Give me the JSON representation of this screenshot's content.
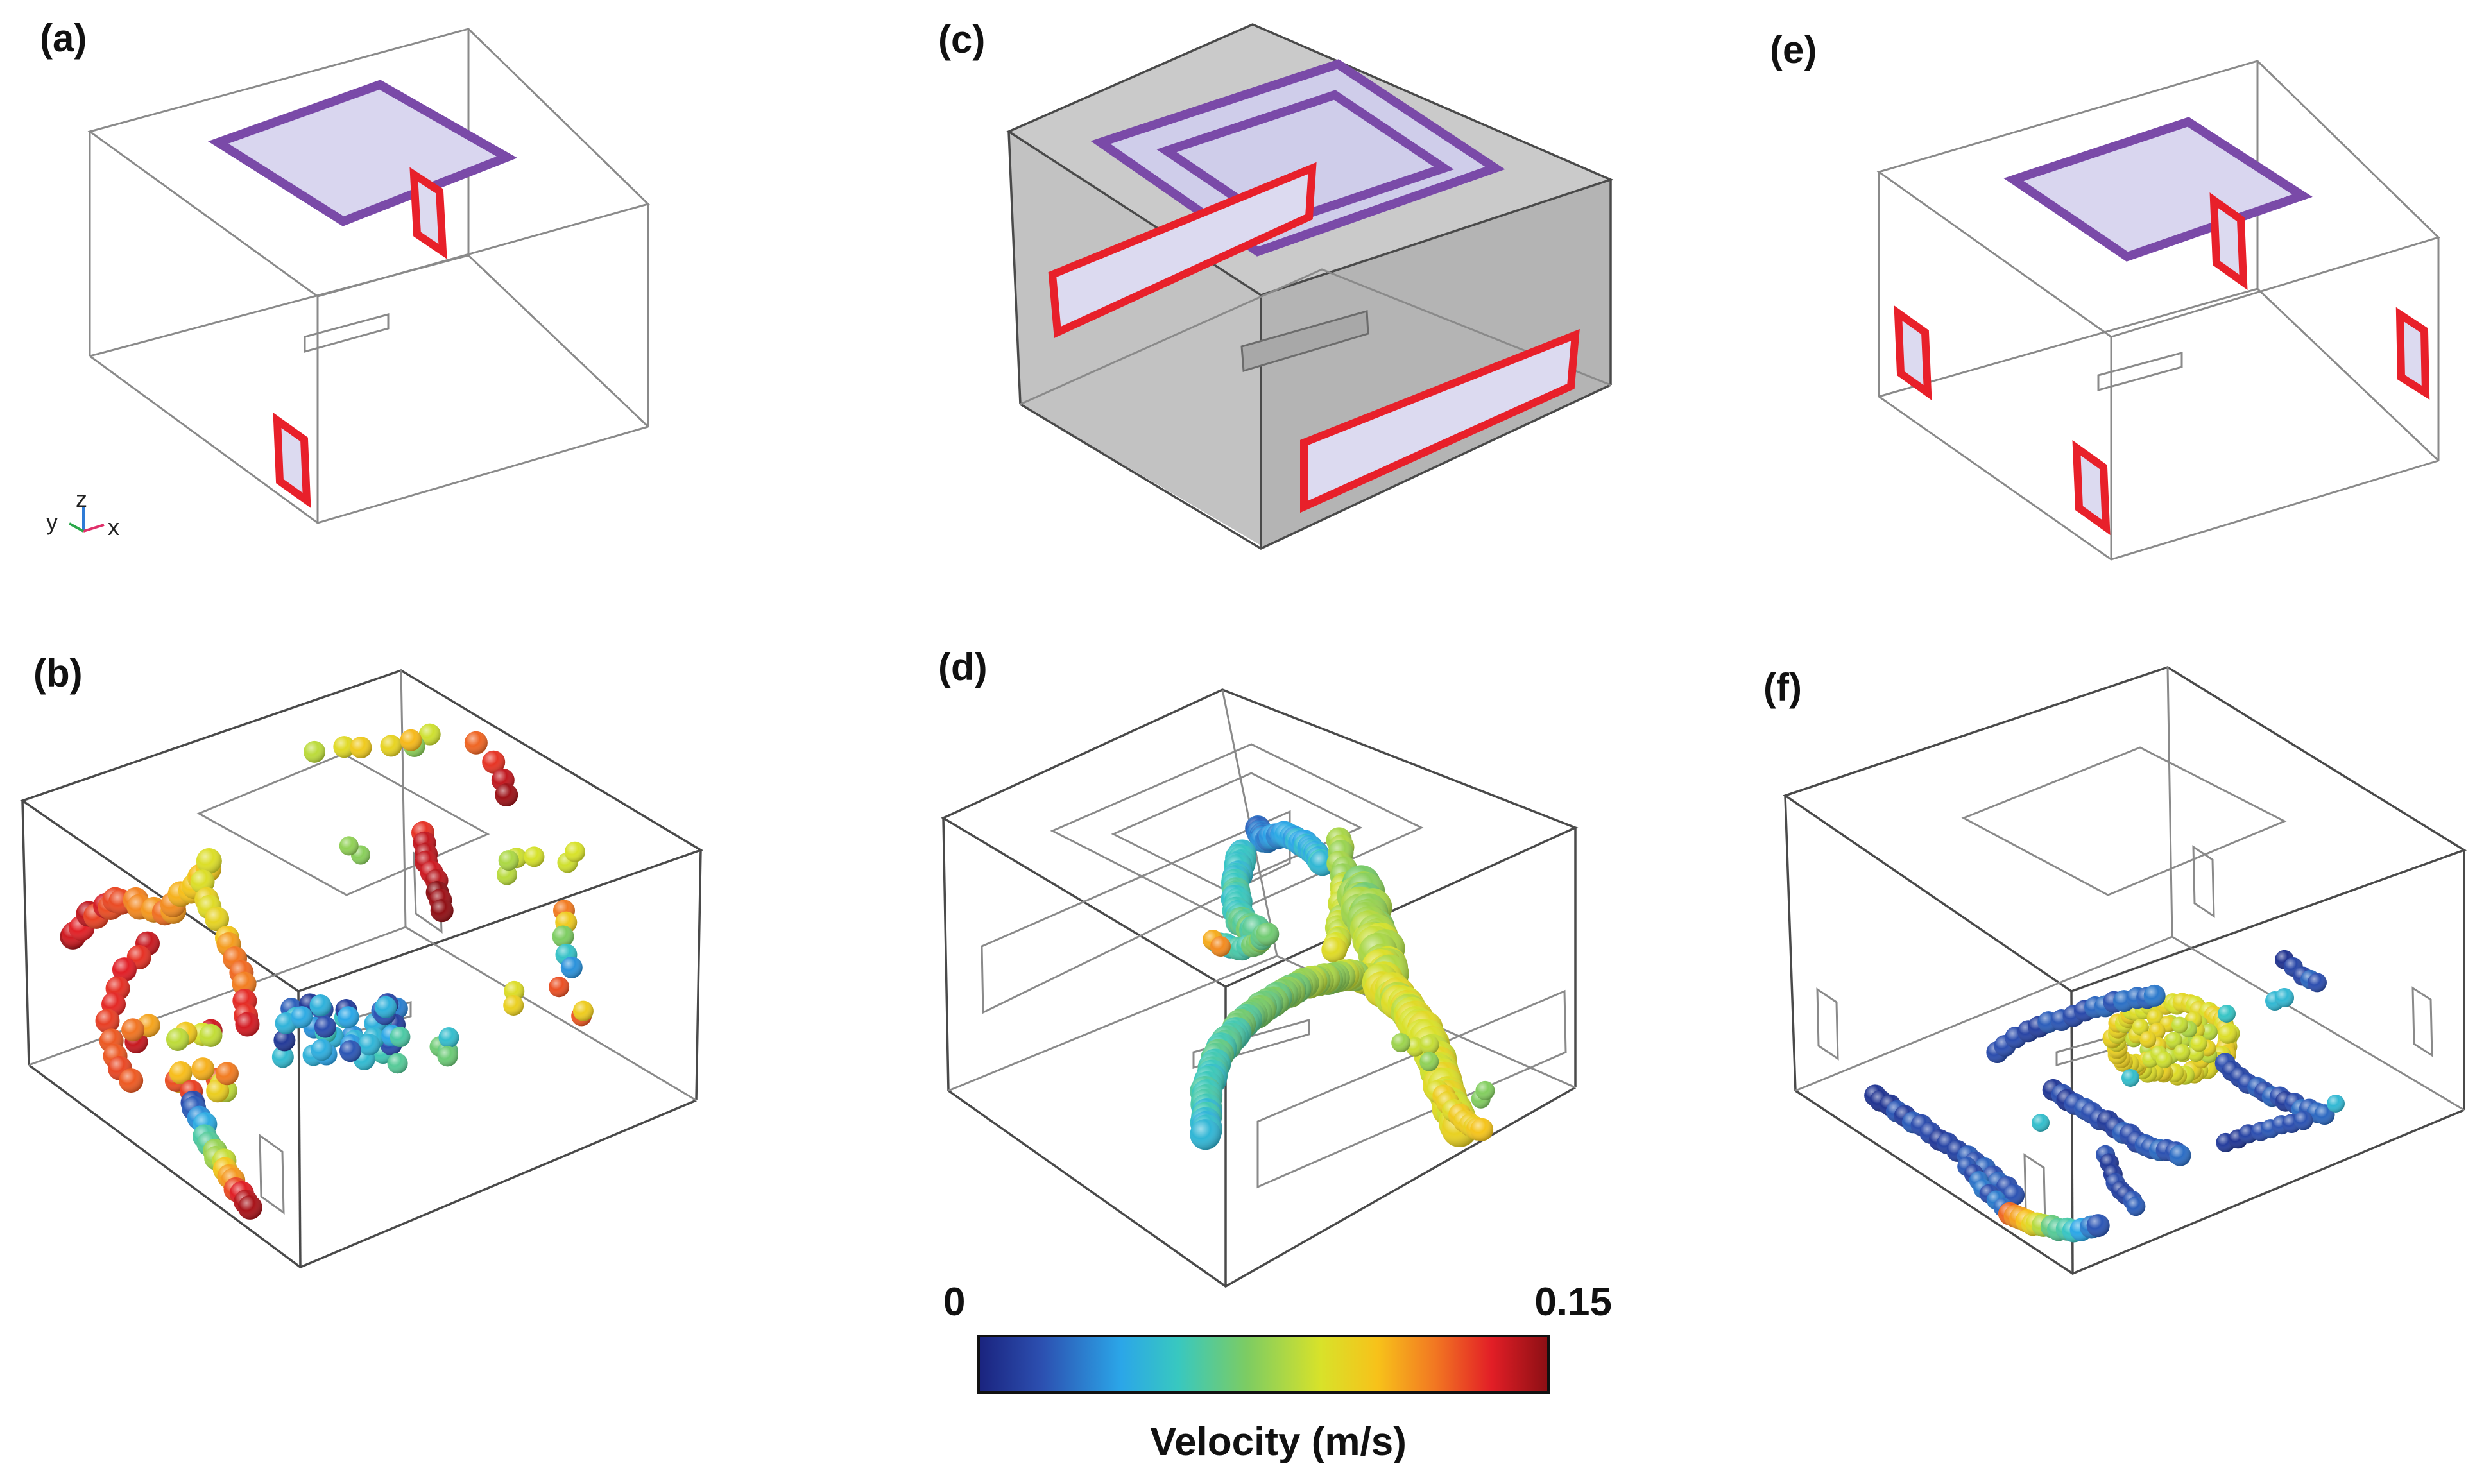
{
  "panels": [
    {
      "id": "a",
      "label": "(a)"
    },
    {
      "id": "b",
      "label": "(b)"
    },
    {
      "id": "c",
      "label": "(c)"
    },
    {
      "id": "d",
      "label": "(d)"
    },
    {
      "id": "e",
      "label": "(e)"
    },
    {
      "id": "f",
      "label": "(f)"
    }
  ],
  "axis_triad": {
    "y": "y",
    "z": "z",
    "x": "x"
  },
  "colorbar": {
    "min_label": "0",
    "max_label": "0.15",
    "title": "Velocity (m/s)",
    "min_value": 0,
    "max_value": 0.15,
    "colormap": "jet",
    "stops": [
      "#1a237e",
      "#2c4fb0",
      "#2ba6e8",
      "#38c8c0",
      "#7ccc63",
      "#d8e22a",
      "#f7c21a",
      "#f27822",
      "#e21e26",
      "#8b0f14"
    ]
  },
  "colors": {
    "outlet": "#7a4aa8",
    "inlet": "#e8202a",
    "box_edge": "#8a8a8a",
    "grey_box": "#b9b9b9"
  },
  "chart_data": [
    {
      "type": "scatter",
      "panel": "b",
      "title": "",
      "xlabel": "",
      "ylabel": "",
      "color_variable": "Velocity (m/s)",
      "color_range": [
        0,
        0.15
      ]
    },
    {
      "type": "scatter",
      "panel": "d",
      "title": "",
      "xlabel": "",
      "ylabel": "",
      "color_variable": "Velocity (m/s)",
      "color_range": [
        0,
        0.15
      ]
    },
    {
      "type": "scatter",
      "panel": "f",
      "title": "",
      "xlabel": "",
      "ylabel": "",
      "color_variable": "Velocity (m/s)",
      "color_range": [
        0,
        0.15
      ]
    }
  ]
}
